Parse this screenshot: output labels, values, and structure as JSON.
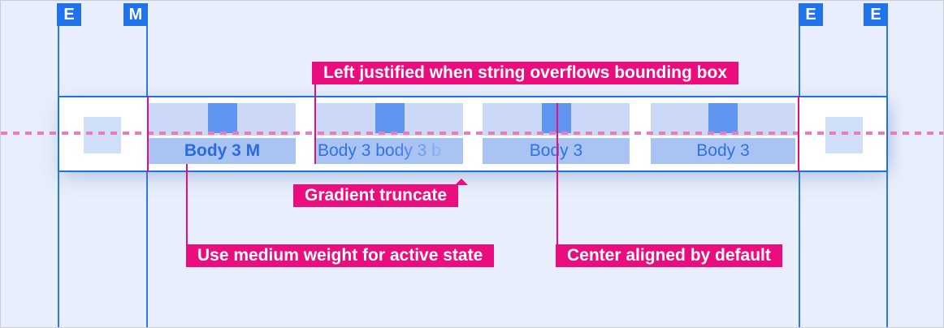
{
  "page": {
    "title": "Tab bar text spec",
    "background_color": "#e8eefb",
    "grid_line_color": "#2b79e8",
    "badge_color": "#2073e8",
    "annotation_color": "#eb0d7e",
    "dashed_baseline_color": "#ee79bd",
    "tab_text_color": "#2e72e4"
  },
  "grid_markers": [
    {
      "label": "E"
    },
    {
      "label": "M"
    },
    {
      "label": "E"
    },
    {
      "label": "E"
    }
  ],
  "tab_bar": {
    "tabs": [
      {
        "label": "Body 3 M",
        "active": true,
        "align": "center",
        "weight": "medium",
        "truncated": false
      },
      {
        "label": "Body 3 body 3 b",
        "active": false,
        "align": "left",
        "weight": "regular",
        "truncated": true
      },
      {
        "label": "Body 3",
        "active": false,
        "align": "center",
        "weight": "regular",
        "truncated": false
      },
      {
        "label": "Body 3",
        "active": false,
        "align": "center",
        "weight": "regular",
        "truncated": false
      }
    ]
  },
  "annotations": {
    "left_justified": "Left justified when string overflows bounding box",
    "gradient_truncate": "Gradient truncate",
    "medium_weight": "Use medium weight for active state",
    "center_aligned": "Center aligned by default"
  }
}
